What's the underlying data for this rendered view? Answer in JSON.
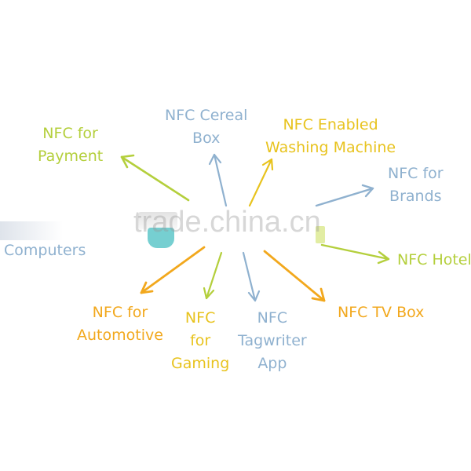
{
  "watermark": "trade.china.cn",
  "colors": {
    "blue": "#8fb1cf",
    "green": "#b4cf3c",
    "yellow": "#e8c31e",
    "orange": "#f2a81d"
  },
  "nodes": [
    {
      "id": "payment",
      "lines": [
        "NFC for",
        "Payment"
      ],
      "color": "#b4cf3c"
    },
    {
      "id": "cereal",
      "lines": [
        "NFC Cereal",
        "Box"
      ],
      "color": "#8fb1cf"
    },
    {
      "id": "washing",
      "lines": [
        "NFC Enabled",
        "Washing Machine"
      ],
      "color": "#e8c31e"
    },
    {
      "id": "brands",
      "lines": [
        "NFC for",
        "Brands"
      ],
      "color": "#8fb1cf"
    },
    {
      "id": "hotel",
      "lines": [
        "NFC Hotel"
      ],
      "color": "#b4cf3c"
    },
    {
      "id": "tvbox",
      "lines": [
        "NFC TV Box"
      ],
      "color": "#f2a81d"
    },
    {
      "id": "tagwriter",
      "lines": [
        "NFC",
        "Tagwriter",
        "App"
      ],
      "color": "#8fb1cf"
    },
    {
      "id": "gaming",
      "lines": [
        "NFC",
        "for",
        "Gaming"
      ],
      "color": "#e8c31e"
    },
    {
      "id": "automotive",
      "lines": [
        "NFC for",
        "Automotive"
      ],
      "color": "#f2a81d"
    },
    {
      "id": "computers",
      "lines": [
        "Computers"
      ],
      "color": "#8fb1cf"
    }
  ]
}
